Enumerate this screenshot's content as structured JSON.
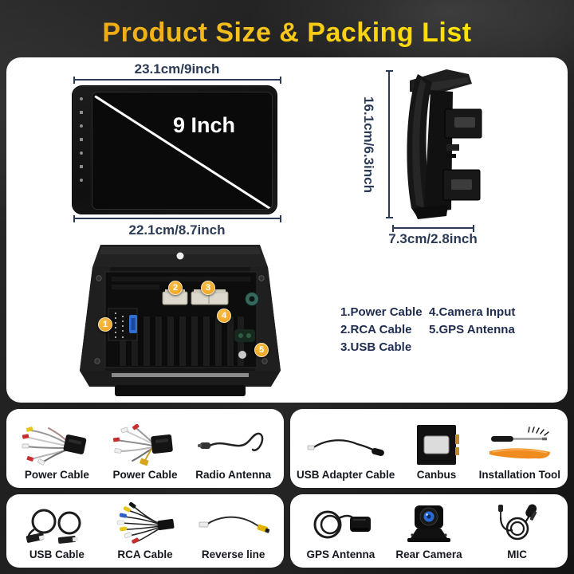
{
  "title": "Product Size & Packing List",
  "front_view": {
    "width_label": "23.1cm/9inch",
    "screen_label": "9 Inch",
    "bottom_width_label": "22.1cm/8.7inch"
  },
  "side_view": {
    "height_label": "16.1cm/6.3inch",
    "depth_label": "7.3cm/2.8inch"
  },
  "back_view": {
    "callouts": [
      "1",
      "2",
      "3",
      "4",
      "5"
    ],
    "legend_col1": [
      "1.Power Cable",
      "2.RCA Cable",
      "3.USB Cable"
    ],
    "legend_col2": [
      "4.Camera Input",
      "5.GPS Antenna"
    ]
  },
  "packing": {
    "panels": [
      {
        "items": [
          {
            "label": "Power Cable",
            "icon": "power-cable-icon"
          },
          {
            "label": "Power Cable",
            "icon": "power-cable-icon"
          },
          {
            "label": "Radio Antenna",
            "icon": "radio-antenna-icon"
          }
        ]
      },
      {
        "items": [
          {
            "label": "USB Adapter Cable",
            "icon": "usb-adapter-cable-icon"
          },
          {
            "label": "Canbus",
            "icon": "canbus-icon"
          },
          {
            "label": "Installation Tool",
            "icon": "installation-tool-icon"
          }
        ]
      },
      {
        "items": [
          {
            "label": "USB Cable",
            "icon": "usb-cable-icon"
          },
          {
            "label": "RCA Cable",
            "icon": "rca-cable-icon"
          },
          {
            "label": "Reverse line",
            "icon": "reverse-line-icon"
          }
        ]
      },
      {
        "items": [
          {
            "label": "GPS Antenna",
            "icon": "gps-antenna-icon"
          },
          {
            "label": "Rear Camera",
            "icon": "rear-camera-icon"
          },
          {
            "label": "MIC",
            "icon": "mic-icon"
          }
        ]
      }
    ]
  },
  "colors": {
    "accent_gold": "#efa815",
    "accent_yellow": "#ffe600",
    "badge_orange": "#efa01b",
    "dim_text": "#2b3a55",
    "legend_text": "#1f2c4e",
    "label_text": "#15181e",
    "panel_bg": "#ffffff",
    "page_bg": "#1e1e1e"
  }
}
